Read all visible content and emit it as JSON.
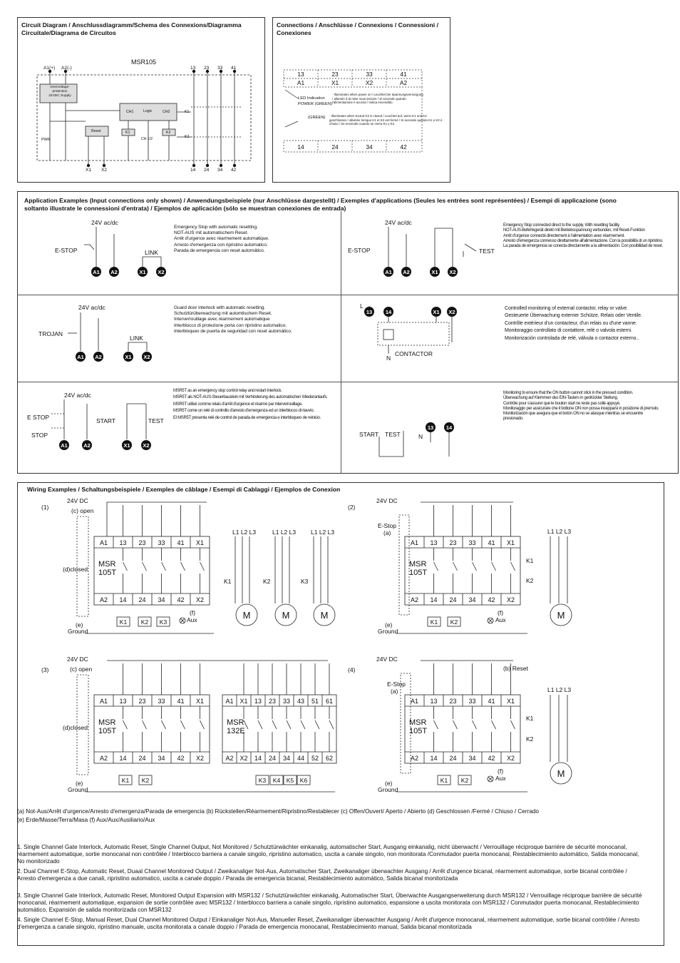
{
  "circuit": {
    "title": "Circuit Diagram / Anschlussdiagramm/Schema des Connexions/Diagramma Circuitale/Diagrama de Circuitos",
    "model": "MSR105",
    "top_labels": [
      "A1(+)",
      "A2(-)",
      "13",
      "23",
      "33",
      "41"
    ],
    "bottom_labels": [
      "X1",
      "X2",
      "14",
      "24",
      "34",
      "42"
    ],
    "protect_text": "Overvoltage-\nprotection\n24VDC Supply",
    "ch1": "CH1",
    "logic": "Logic",
    "ch2": "CH2",
    "reset": "Reset",
    "k1": "K1",
    "k2": "K2",
    "ch12": "CH 1/2",
    "pwr": "PWR",
    "k1_side": "K1",
    "k2_side": "K2"
  },
  "connections": {
    "title": "Connections / Anschlüsse / Connexions / Connessioni / Conexiones",
    "row1": [
      "13",
      "23",
      "33",
      "41"
    ],
    "row2": [
      "A1",
      "X1",
      "X2",
      "A2"
    ],
    "row3": [
      "14",
      "24",
      "34",
      "42"
    ],
    "led_label": "LED Indication",
    "power_label": "POWER (GREEN)",
    "power_text": "- Illuminates when power on / Leuchtet bei Spannungsversorgung / allumée à la mise sous tension / Si accende quando l'alimentazione è accesa / Indica encendido",
    "green_label": "(GREEN)",
    "green_text": "- Illuminates when K1and K2 is closed / Leuchtet auf, wenn K1 und K2 geschlossen / allumée lorsque K1 et K2 est fermé / Si accende quando K1 e K2 è chiuso / Se enciende cuando se cierra K1 y K2"
  },
  "application": {
    "title": "Application Examples (Input connections only shown) / Anwendungsbeispiele (nur Anschlüsse dargestellt) / Exemples d'applications (Seules les entrées sont représentées) / Esempi di applicazione (sono soltanto illustrate le connessioni d'entrata) / Ejemplos de aplicación (sólo se muestran conexiones de entrada)",
    "supply": "24V ac/dc",
    "estop": "E-STOP",
    "link": "LINK",
    "test": "TEST",
    "trojan": "TROJAN",
    "contactor": "CONTACTOR",
    "n": "N",
    "l": "L",
    "stop": "STOP",
    "start": "START",
    "e_stop2": "E STOP",
    "ex1": [
      "Emergency Stop with automatic resetting.",
      "NOT-AUS mit automatischem Reset.",
      "Arrêt d'urgence avec réarmement automatique.",
      "Arresto d'emergenza con ripristino automatico.",
      "Parada de emergencia con reset automático."
    ],
    "ex2": [
      "Emergency Stop connected direct to the supply. With resetting facility.",
      "NOT-AUS-Befehlsgerät direkt mit Betriebsspannung verbunden, mit Reset-Funktion",
      "Arrêt d'urgence connecté directement à l'alimentation avec réarmement.",
      "Arresto d'emergenza connesso direttamente all'alimentazione. Con la possibilità di un ripristino.",
      "La parada de emergencia se conecta directamente a la alimentación. Con posibilidad de reset."
    ],
    "ex3": [
      "Guard door interlock with automatic resetting.",
      "Schutztürüberwachung mit automtischem Reset.",
      "Interverrouillage avec réarmement automatique.",
      "Interblocco di protezione porta con ripristino automatico.",
      "Interbloqueo de puerta de seguridad con reset automático."
    ],
    "ex4": [
      "Controlled monitoring of external contactor, relay or valve.",
      "Gesteuerte Überwachung externer Schütze, Relais oder Ventile.",
      "Contrôle extérieur d'un contacteur, d'un relais ou d'une vanne.",
      "Monitoraggio controllato di contattore, relé o valvola esterni.",
      "Monitorización controlada de relé, válvula o contactor externo.."
    ],
    "ex5": [
      "MSR5T as an emergency stop control relay and restart interlock.",
      "MSR5T als NOT-AUS-Steuerbaustein mit Verhinderung des automatischen Wiederanlaufs.",
      "MSR5T utilisé comme relais d'arrêt d'urgence et réarmé par interverrouillage.",
      "MSR5T come un relé di controllo d'arresto d'emergenza ed un interblocco di riavvio.",
      "El MSR5T presenta relé de control de parada de emergencia e interbloqueo de reinicio."
    ],
    "ex6": [
      "Monitoring to ensure that the ON button cannot stick in the pressed condition.",
      "Überwachung auf Klemmen des EIN-Tasters in gedrückter Stellung.",
      "Contrôle pour s'assurer que le bouton start ne reste pas collé appuyé.",
      "Monitoraggio per assicurare che il bottone ON non possa incepparsi in posizione di premuto.",
      "Monitorización que asegura que el botón ON no se atasque mientras se encuentre presionado."
    ]
  },
  "wiring": {
    "title": "Wiring Examples / Schaltungsbeispiele / Exemples de câblage / Esempi di Cablaggi / Ejemplos de Conexion",
    "n1": "(1)",
    "n2": "(2)",
    "n3": "(3)",
    "n4": "(4)",
    "supply": "24V DC",
    "open": "(c) open",
    "closed": "(d)closed",
    "ground": "Ground",
    "e": "(e)",
    "aux": "Aux",
    "f": "(f)",
    "estop": "E-Stop",
    "a": "(a)",
    "reset": "(b)  Reset",
    "msr": "MSR",
    "t105": "105T",
    "e132": "132E",
    "m": "M",
    "top": [
      "A1",
      "13",
      "23",
      "33",
      "41",
      "X1"
    ],
    "bot": [
      "A2",
      "14",
      "24",
      "34",
      "42",
      "X2"
    ],
    "top132": [
      "A1",
      "X1",
      "13",
      "23",
      "33",
      "43",
      "51",
      "61"
    ],
    "bot132": [
      "A2",
      "X2",
      "14",
      "24",
      "34",
      "44",
      "52",
      "62"
    ],
    "l123": "L1 L2 L3",
    "k1": "K1",
    "k2": "K2",
    "k3": "K3",
    "k4": "K4",
    "k5": "K5",
    "k6": "K6"
  },
  "legend": {
    "line1": "(a) Not-Aus/Arrêt d'urgence/Arresto d'emergenza/Parada de emergencia  (b) Rückstellen/Réarmement/Ripristino/Restablecer  (c) Offen/Ouvert/ Aperto / Abierto  (d) Geschlossen /Fermé / Chiuso / Cerrado",
    "line2": "(e) Erde/Masse/Terra/Masa  (f) Aux/Aux/Ausiliario/Aux"
  },
  "notes": [
    "1. Single Channel Gate Interlock, Automatic Reset, Single Channel Output, Not Monitored / Schutztürwächter einkanalig, automatischer Start, Ausgang einkanalig, nicht überwacht / Verrouillage réciproque barrière de sécurité monocanal, réarmement automatique, sortie monocanal non contrôlée / Interblocco barriera a canale singolo, ripristino automatico, uscita a canale singolo, non monitorata /Conmutador puerta monocanal, Restablecimiento automático, Salida monocanal, No monitorizado",
    "2. Dual Channel E-Stop, Automatic Reset, Duaal Channel Monitored Output / Zweikanaliger Not-Aus, Automatischer Start, Zweikanaliger überwachter Ausgang / Arrêt d'urgence bicanal, réarmement automatique, sortie bicanal contrôlée / Arresto d'emergenza a due canali, ripristino automatico, uscita a canale doppio  / Parada de emergencia bicanal, Restablecimiento automático, Salida bicanal monitorizada",
    "3. Single Channel Gate Interlock, Automatic Reset, Monitored Output Expansion with MSR132 / Schutztürwächter einkanalig, Automatischer Start, Überwachte Ausgangserweiterung durch MSR132 / Verrouillage réciproque barrière de sécurité monocanal, réarmement automatique, expansion de sortie contrôlée avec MSR132 / Interblocco barriera a canale singolo, ripristino automatico, espansione a uscita monitorata con MSR132 / Conmutador puerta monocanal, Restablecimiento automático, Expansión de salida monitorizada con MSR132",
    "4. Single Channel E-Stop, Manual Reset, Dual Channel Monitored Output / Einkanaliger Not-Aus, Manueller Reset, Zweikanaliger überwachter Ausgang / Arrêt d'urgence monocanal, réarmement automatique, sortie bicanal contrôlée / Arresto d'emergenza a canale singolo, ripristino manuale, uscita monitorata a canale doppio  / Parada de emergencia monocanal, Restablecimiento manual, Salida bicanal monitorizada"
  ]
}
